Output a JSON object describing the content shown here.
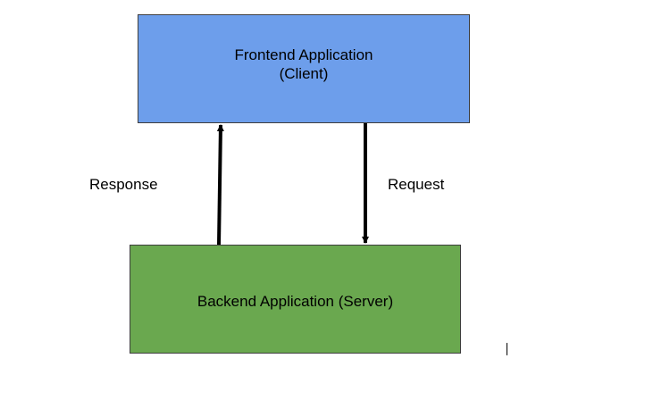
{
  "diagram": {
    "nodes": {
      "frontend": {
        "line1": "Frontend Application",
        "line2": "(Client)",
        "color": "#6d9eeb"
      },
      "backend": {
        "label": "Backend Application (Server)",
        "color": "#6aa84f"
      }
    },
    "edges": {
      "response": {
        "label": "Response",
        "from": "backend",
        "to": "frontend"
      },
      "request": {
        "label": "Request",
        "from": "frontend",
        "to": "backend"
      }
    }
  }
}
